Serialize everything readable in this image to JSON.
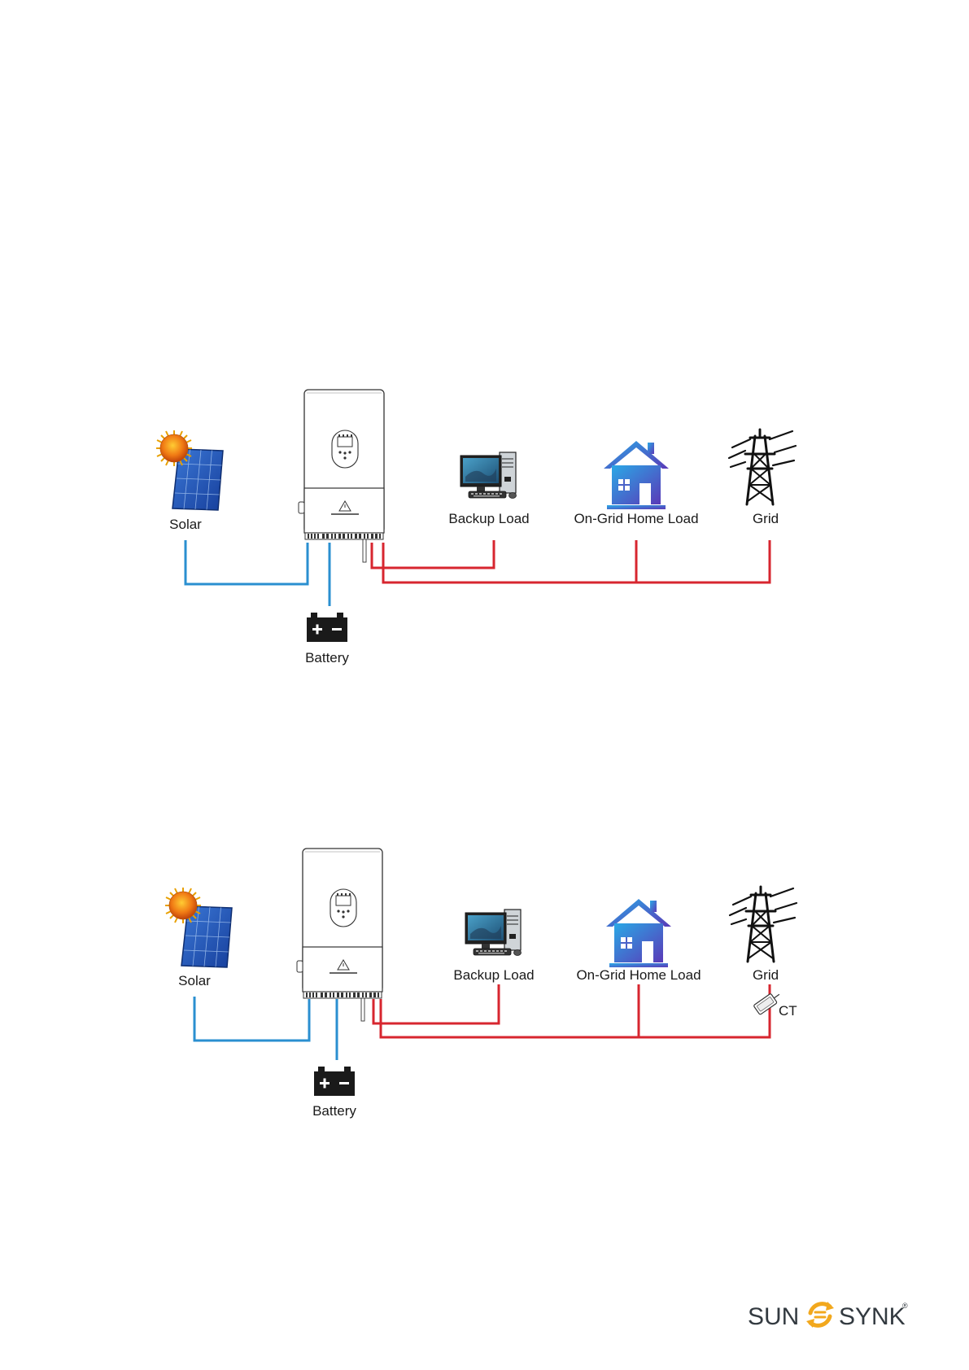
{
  "diagrams": [
    {
      "labels": {
        "solar": "Solar",
        "battery": "Battery",
        "backup_load": "Backup Load",
        "home_load": "On-Grid Home Load",
        "grid": "Grid"
      }
    },
    {
      "labels": {
        "solar": "Solar",
        "battery": "Battery",
        "backup_load": "Backup Load",
        "home_load": "On-Grid Home Load",
        "grid": "Grid",
        "ct": "CT"
      }
    }
  ],
  "logo": {
    "word_left": "SUN",
    "word_right": "SYNK",
    "mark": "®"
  },
  "colors": {
    "dc_wire": "#2a8fd0",
    "ac_wire": "#d7262f",
    "logo_accent": "#f2a81d",
    "logo_text": "#333a40"
  }
}
